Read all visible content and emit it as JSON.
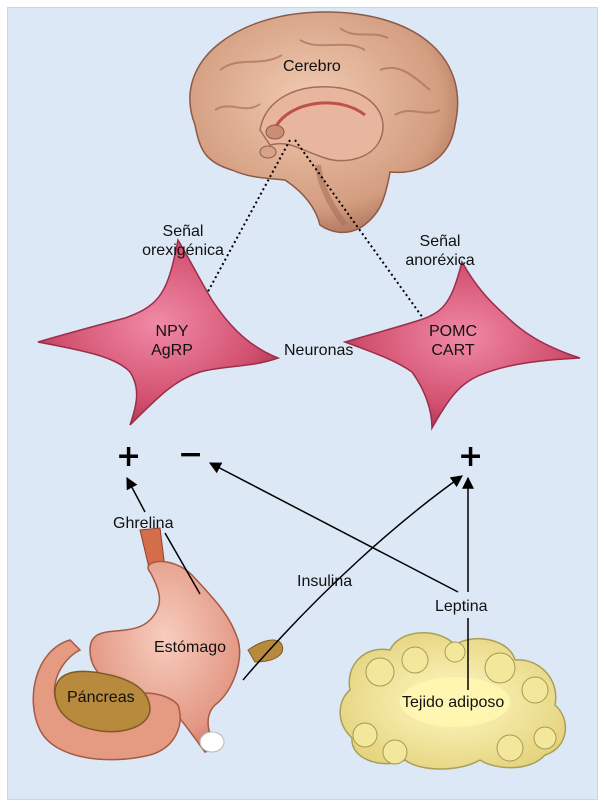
{
  "labels": {
    "brain": "Cerebro",
    "orexigenic_line1": "Señal",
    "orexigenic_line2": "orexigénica",
    "anorexic_line1": "Señal",
    "anorexic_line2": "anoréxica",
    "neuron_left_line1": "NPY",
    "neuron_left_line2": "AgRP",
    "neurons": "Neuronas",
    "neuron_right_line1": "POMC",
    "neuron_right_line2": "CART",
    "ghrelin": "Ghrelina",
    "insulin": "Insulina",
    "leptin": "Leptina",
    "stomach": "Estómago",
    "pancreas": "Páncreas",
    "adipose": "Tejido adiposo"
  },
  "signs": {
    "left_plus": "+",
    "minus": "−",
    "right_plus": "+"
  },
  "colors": {
    "background": "#dde8f6",
    "neuron_fill": "#cc4d6e",
    "brain": "#d9a98e",
    "stomach": "#e9a48f",
    "pancreas": "#b88a3e",
    "adipose": "#efe39a"
  }
}
